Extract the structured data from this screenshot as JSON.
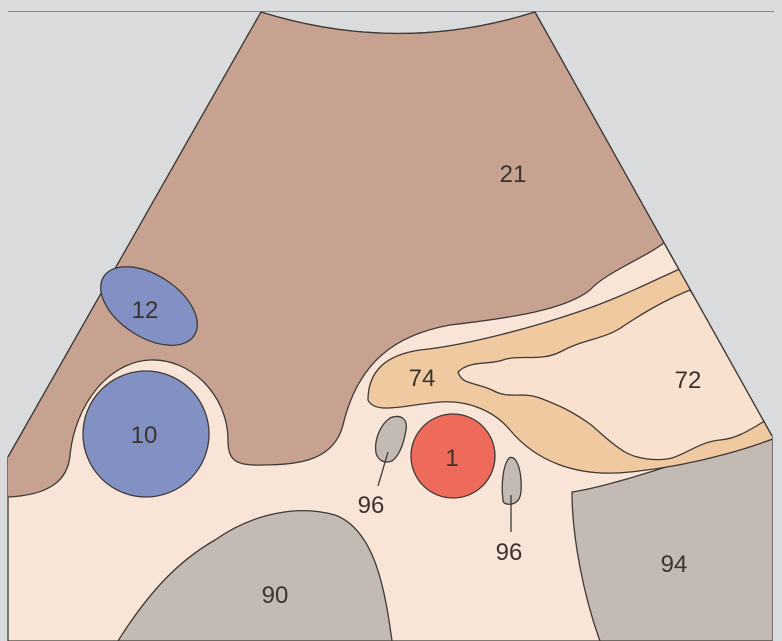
{
  "colors": {
    "background": "#d9dbdc",
    "fan": "#f9e4d8",
    "liver": "#c8a290",
    "vessel_blue": "#8390c4",
    "vessel_red": "#ee6b5c",
    "pancreas_dark": "#f1c9a1",
    "pancreas_light": "#f8e2cf",
    "gray_structure": "#c2bab3",
    "outline": "#3f3a36"
  },
  "labels": {
    "liver": "21",
    "vessel_upper_left": "12",
    "vessel_left": "10",
    "vessel_center": "1",
    "structure_74": "74",
    "structure_72": "72",
    "node_left": "96",
    "node_right": "96",
    "structure_94": "94",
    "structure_90": "90"
  }
}
